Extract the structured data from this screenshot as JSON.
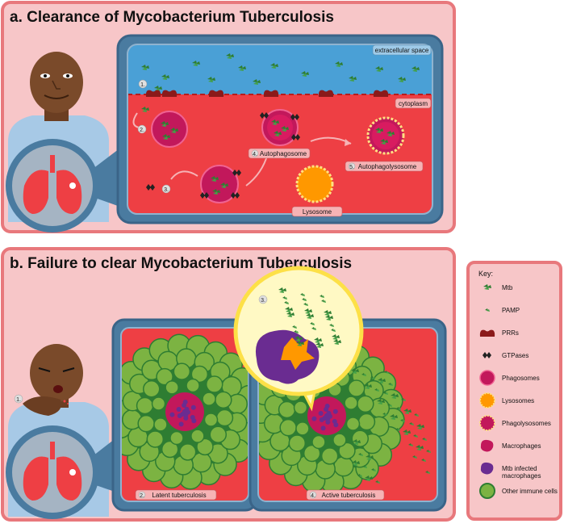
{
  "panel_a": {
    "title": "a. Clearance of Mycobacterium Tuberculosis",
    "extracellular_label": "extracellular space",
    "cytoplasm_label": "cytoplasm",
    "step1": "1.",
    "step2": "2.",
    "step3": "3.",
    "step4_num": "4.",
    "step4_label": "Autophagosome",
    "step5_num": "5.",
    "step5_label": "Autophagolysosome",
    "lysosome_label": "Lysosome"
  },
  "panel_b": {
    "title": "b. Failure to clear Mycobacterium Tuberculosis",
    "step1": "1.",
    "step2_num": "2.",
    "step2_label": "Latent tuberculosis",
    "step3": "3.",
    "step4_num": "4.",
    "step4_label": "Active tuberculosis"
  },
  "key": {
    "title": "Key:",
    "items": [
      {
        "label": "Mtb",
        "icon": "mtb-icon"
      },
      {
        "label": "PAMP",
        "icon": "pamp-icon"
      },
      {
        "label": "PRRs",
        "icon": "prr-icon"
      },
      {
        "label": "GTPases",
        "icon": "gtpase-icon"
      },
      {
        "label": "Phagosomes",
        "icon": "phagosome-icon"
      },
      {
        "label": "Lysosomes",
        "icon": "lysosome-icon"
      },
      {
        "label": "Phagolysosomes",
        "icon": "phagolysosome-icon"
      },
      {
        "label": "Macrophages",
        "icon": "macrophage-icon"
      },
      {
        "label": "Mtb infected",
        "label2": "macrophages",
        "icon": "infected-macrophage-icon"
      },
      {
        "label": "Other immune cells",
        "icon": "immune-cell-icon"
      }
    ]
  },
  "colors": {
    "panel_bg": "#f7c6c8",
    "panel_border": "#e8787c",
    "cell_frame": "#4a7ba0",
    "extracellular": "#4aa0d6",
    "cytoplasm": "#ee3f44",
    "mtb_green": "#2e7d32",
    "phagosome": "#c2185b",
    "lysosome": "#ff9800",
    "immune_cell": "#7cb342",
    "macrophage_purple": "#6a2c91",
    "skin": "#7a4a2a"
  }
}
